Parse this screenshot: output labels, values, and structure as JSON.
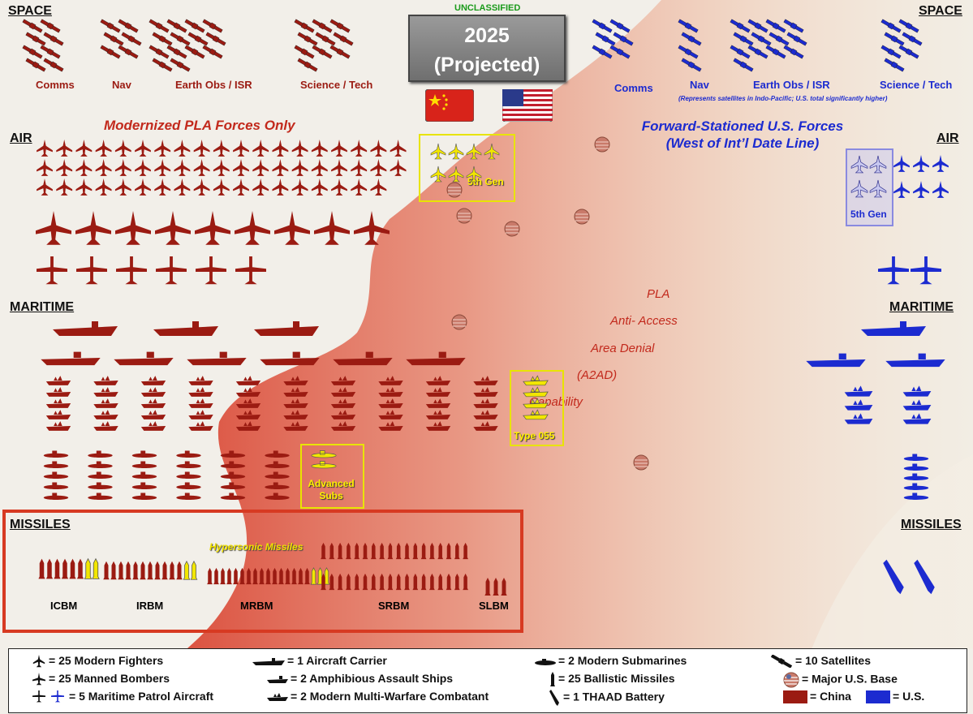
{
  "colors": {
    "china": "#9b1b12",
    "us": "#1c2bd0",
    "highlight": "#e8e400",
    "a2ad_zone": "#e46a55"
  },
  "header": {
    "classification": "UNCLASSIFIED",
    "year": "2025",
    "status": "(Projected)"
  },
  "flags": {
    "china": "china-flag-icon",
    "us": "us-flag-icon"
  },
  "sections": {
    "space_left": "SPACE",
    "space_right": "SPACE",
    "air_left": "AIR",
    "air_right": "AIR",
    "maritime_left": "MARITIME",
    "maritime_right": "MARITIME",
    "missiles_left": "MISSILES",
    "missiles_right": "MISSILES"
  },
  "space": {
    "china_categories": [
      "Comms",
      "Nav",
      "Earth Obs / ISR",
      "Science / Tech"
    ],
    "us_categories": [
      "Comms",
      "Nav",
      "Earth Obs / ISR",
      "Science / Tech"
    ],
    "us_note": "(Represents satellites in Indo-Pacific; U.S. total significantly higher)"
  },
  "titles": {
    "china": "Modernized PLA Forces Only",
    "us_line1": "Forward-Stationed U.S. Forces",
    "us_line2": "(West of Int’l Date Line)"
  },
  "highlights": {
    "china_fighters": "5th Gen",
    "us_fighters": "5th Gen",
    "ships": "Type 055",
    "subs_line1": "Advanced",
    "subs_line2": "Subs",
    "missiles": "Hypersonic Missiles"
  },
  "a2ad": {
    "line1": "PLA",
    "line2": "Anti- Access",
    "line3": "Area Denial",
    "line4": "(A2AD)",
    "line5": "Capability"
  },
  "missiles": {
    "categories": [
      "ICBM",
      "IRBM",
      "MRBM",
      "SRBM",
      "SLBM"
    ]
  },
  "legend": {
    "fighters": "= 25 Modern Fighters",
    "bombers": "= 25 Manned Bombers",
    "patrol": "= 5 Maritime Patrol Aircraft",
    "carrier": "= 1 Aircraft Carrier",
    "amphib": "= 2 Amphibious Assault Ships",
    "combatant": "= 2 Modern Multi-Warfare Combatant",
    "subs": "= 2 Modern Submarines",
    "ballistic": "= 25 Ballistic Missiles",
    "thaad": "= 1 THAAD Battery",
    "satellites": "= 10 Satellites",
    "base": "= Major U.S. Base",
    "china": "= China",
    "us": "= U.S."
  },
  "counts": {
    "china_satellites": [
      8,
      6,
      14,
      10
    ],
    "us_satellites": [
      6,
      4,
      13,
      7
    ],
    "china_fighters": 56,
    "china_5thgen_fighters": 7,
    "china_bombers": 9,
    "china_patrol": 6,
    "us_5thgen_fighters": 4,
    "us_fighters": 6,
    "us_patrol": 2,
    "china_carriers": 3,
    "china_amphib": 6,
    "china_combatants": 50,
    "china_type055": 4,
    "china_subs": 30,
    "china_adv_subs": 2,
    "us_carriers": 1,
    "us_amphib": 2,
    "us_combatants": 6,
    "us_subs": 5,
    "us_bases": 7,
    "icbm": 6,
    "icbm_hypersonic": 2,
    "irbm": 11,
    "irbm_hypersonic": 2,
    "mrbm": 16,
    "mrbm_hypersonic": 3,
    "srbm": 36,
    "slbm": 3,
    "us_thaad": 2
  }
}
